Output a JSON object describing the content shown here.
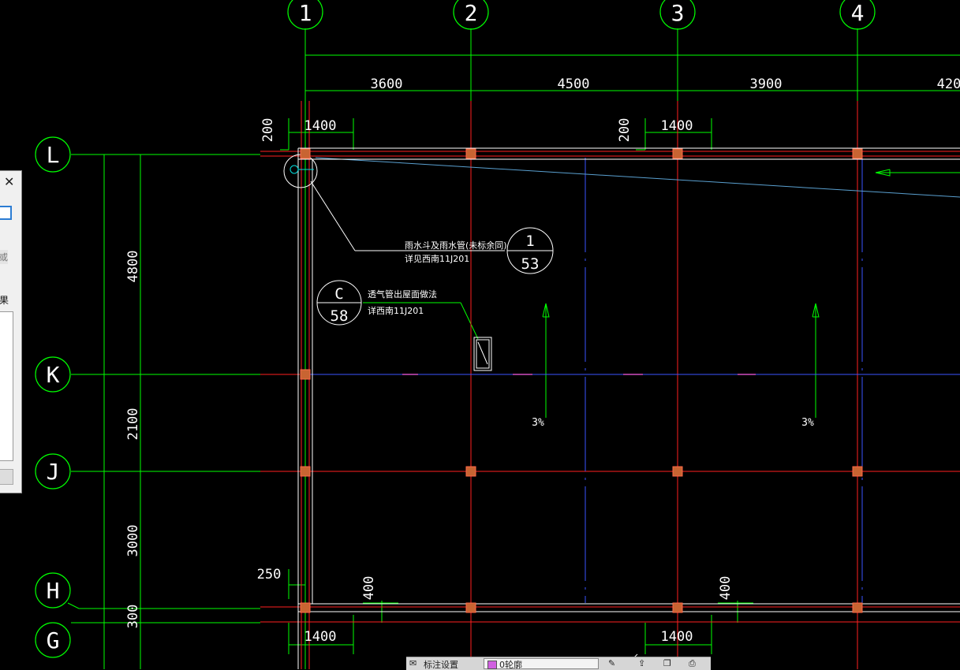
{
  "axes": {
    "columns": [
      "1",
      "2",
      "3",
      "4"
    ],
    "rows": [
      "L",
      "K",
      "J",
      "H",
      "G"
    ]
  },
  "dims": {
    "top_overall": [
      "3600",
      "4500",
      "3900",
      "420"
    ],
    "top_detail": [
      "200",
      "1400",
      "200",
      "1400"
    ],
    "left_overall": [
      "4800",
      "2100",
      "3000",
      "300"
    ],
    "bottom_detail": [
      "250",
      "400",
      "400",
      "1400",
      "1400"
    ]
  },
  "notes": {
    "drain_line1": "雨水斗及雨水管(未标余同)",
    "drain_line2": "详见西南11J201",
    "drain_ref_top": "1",
    "drain_ref_bottom": "53",
    "vent_line1": "透气管出屋面做法",
    "vent_line2": "详西南11J201",
    "vent_ref_top": "C",
    "vent_ref_bottom": "58",
    "slope_left": "3%",
    "slope_right": "3%"
  },
  "dialog": {
    "close_glyph": "✕",
    "label_partial1": "或",
    "label_partial2": "果"
  },
  "toolbar": {
    "label1": "标注设置",
    "layer_name": "0轮廓"
  },
  "colors": {
    "background": "#000000",
    "axis_green": "#00ff00",
    "grid_red": "#ff2020",
    "blue": "#3a55ff",
    "white": "#ffffff",
    "node": "#c86432"
  }
}
